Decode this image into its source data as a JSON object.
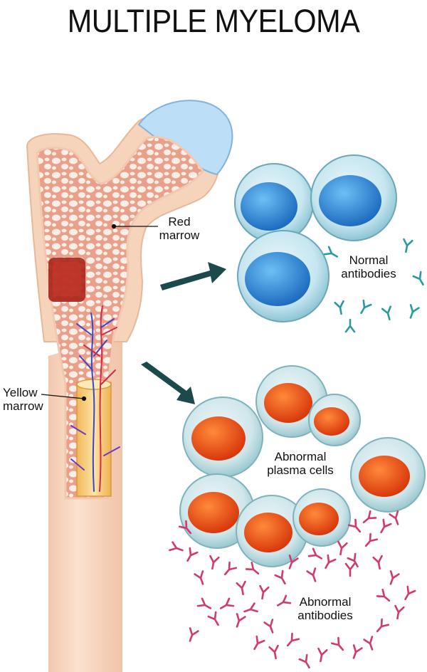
{
  "title": "MULTIPLE MYELOMA",
  "labels": {
    "red_marrow": [
      "Red",
      "marrow"
    ],
    "yellow_marrow": [
      "Yellow",
      "marrow"
    ],
    "normal_antibodies": [
      "Normal",
      "antibodies"
    ],
    "abnormal_plasma_cells": [
      "Abnormal",
      "plasma cells"
    ],
    "abnormal_antibodies": [
      "Abnormal",
      "antibodies"
    ]
  },
  "colors": {
    "bone": "#f6d3bb",
    "spongy_tissue": "#e9a08a",
    "cartilage": "#b9dcf5",
    "normal_nucleus": "#2f86d8",
    "abnormal_nucleus": "#f0501a",
    "normal_antibody": "#2a9aa0",
    "abnormal_antibody": "#d23a6a",
    "arrow": "#1c4a4c",
    "yellow_marrow": "#f5cf86"
  },
  "icons": [
    "normal-plasma-cell-icon",
    "abnormal-plasma-cell-icon",
    "antibody-icon",
    "arrow-icon"
  ]
}
